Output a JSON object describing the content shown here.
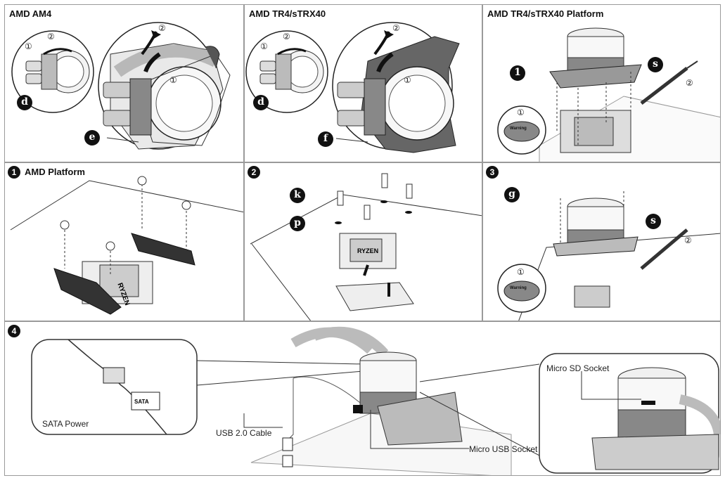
{
  "top_row": {
    "panel1": {
      "title": "AMD AM4",
      "badge_d": "d",
      "badge_e": "e",
      "step1": "①",
      "step2": "②"
    },
    "panel2": {
      "title": "AMD TR4/sTRX40",
      "badge_d": "d",
      "badge_f": "f",
      "step1": "①",
      "step2": "②"
    },
    "panel3": {
      "title": "AMD TR4/sTRX40 Platform",
      "badge_1": "1",
      "badge_s": "s",
      "step1": "①",
      "step2": "②",
      "warning": "Warning"
    }
  },
  "mid_row": {
    "panel1": {
      "step_number": "1",
      "title": "AMD Platform",
      "cpu_logo": "RYZEN"
    },
    "panel2": {
      "step_number": "2",
      "badge_k": "k",
      "badge_p": "p",
      "cpu_logo": "RYZEN"
    },
    "panel3": {
      "step_number": "3",
      "badge_g": "g",
      "badge_s": "s",
      "step1": "①",
      "step2": "②",
      "warning": "Warning"
    }
  },
  "bottom": {
    "step_number": "4",
    "sata_power_label": "SATA Power",
    "sata_plug_label": "SATA",
    "usb_cable_label": "USB 2.0 Cable",
    "micro_usb_label": "Micro USB Socket",
    "micro_sd_label": "Micro SD Socket"
  }
}
